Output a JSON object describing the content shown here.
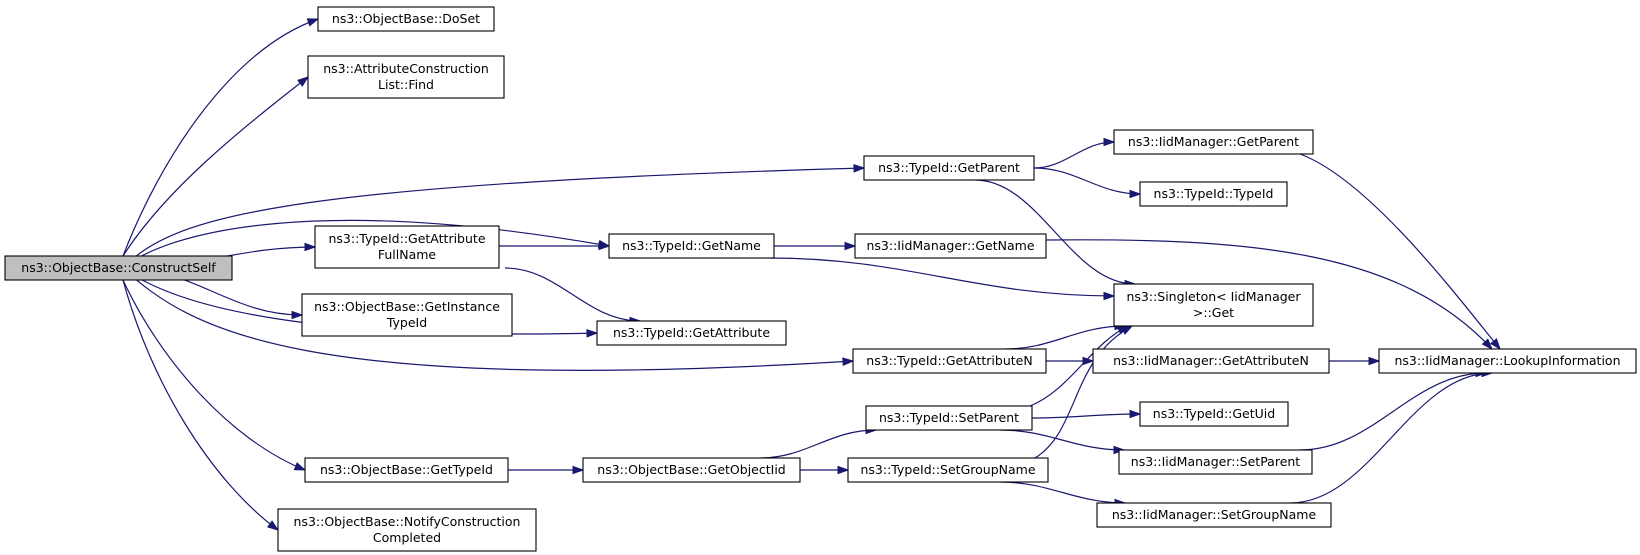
{
  "graph": {
    "nodes": [
      {
        "id": "construct_self",
        "lines": [
          "ns3::ObjectBase::ConstructSelf"
        ]
      },
      {
        "id": "do_set",
        "lines": [
          "ns3::ObjectBase::DoSet"
        ]
      },
      {
        "id": "acl_find",
        "lines": [
          "ns3::AttributeConstruction",
          "List::Find"
        ]
      },
      {
        "id": "typeid_getparent",
        "lines": [
          "ns3::TypeId::GetParent"
        ]
      },
      {
        "id": "iid_getparent",
        "lines": [
          "ns3::IidManager::GetParent"
        ]
      },
      {
        "id": "typeid_typeid",
        "lines": [
          "ns3::TypeId::TypeId"
        ]
      },
      {
        "id": "typeid_getattrfullname",
        "lines": [
          "ns3::TypeId::GetAttribute",
          "FullName"
        ]
      },
      {
        "id": "typeid_getname",
        "lines": [
          "ns3::TypeId::GetName"
        ]
      },
      {
        "id": "iid_getname",
        "lines": [
          "ns3::IidManager::GetName"
        ]
      },
      {
        "id": "singleton_get",
        "lines": [
          "ns3::Singleton< IidManager",
          " >::Get"
        ]
      },
      {
        "id": "getinstancetypeid",
        "lines": [
          "ns3::ObjectBase::GetInstance",
          "TypeId"
        ]
      },
      {
        "id": "typeid_getattribute",
        "lines": [
          "ns3::TypeId::GetAttribute"
        ]
      },
      {
        "id": "typeid_getattributen",
        "lines": [
          "ns3::TypeId::GetAttributeN"
        ]
      },
      {
        "id": "iid_getattributen",
        "lines": [
          "ns3::IidManager::GetAttributeN"
        ]
      },
      {
        "id": "iid_lookupinfo",
        "lines": [
          "ns3::IidManager::LookupInformation"
        ]
      },
      {
        "id": "typeid_setparent",
        "lines": [
          "ns3::TypeId::SetParent"
        ]
      },
      {
        "id": "typeid_getuid",
        "lines": [
          "ns3::TypeId::GetUid"
        ]
      },
      {
        "id": "iid_setparent",
        "lines": [
          "ns3::IidManager::SetParent"
        ]
      },
      {
        "id": "getobjectiid",
        "lines": [
          "ns3::ObjectBase::GetObjectIid"
        ]
      },
      {
        "id": "gettypeid",
        "lines": [
          "ns3::ObjectBase::GetTypeId"
        ]
      },
      {
        "id": "typeid_setgroupname",
        "lines": [
          "ns3::TypeId::SetGroupName"
        ]
      },
      {
        "id": "iid_setgroupname",
        "lines": [
          "ns3::IidManager::SetGroupName"
        ]
      },
      {
        "id": "notifyconstruction",
        "lines": [
          "ns3::ObjectBase::NotifyConstruction",
          "Completed"
        ]
      }
    ],
    "edges": [
      {
        "from": "construct_self",
        "to": "do_set"
      },
      {
        "from": "construct_self",
        "to": "acl_find"
      },
      {
        "from": "construct_self",
        "to": "typeid_getparent"
      },
      {
        "from": "construct_self",
        "to": "typeid_getname"
      },
      {
        "from": "construct_self",
        "to": "typeid_getattrfullname"
      },
      {
        "from": "construct_self",
        "to": "getinstancetypeid"
      },
      {
        "from": "construct_self",
        "to": "typeid_getattribute"
      },
      {
        "from": "construct_self",
        "to": "typeid_getattributen"
      },
      {
        "from": "construct_self",
        "to": "gettypeid"
      },
      {
        "from": "construct_self",
        "to": "notifyconstruction"
      },
      {
        "from": "typeid_getparent",
        "to": "iid_getparent"
      },
      {
        "from": "typeid_getparent",
        "to": "typeid_typeid"
      },
      {
        "from": "typeid_getparent",
        "to": "singleton_get"
      },
      {
        "from": "iid_getparent",
        "to": "iid_lookupinfo"
      },
      {
        "from": "typeid_getattrfullname",
        "to": "typeid_getname"
      },
      {
        "from": "typeid_getattrfullname",
        "to": "typeid_getattribute"
      },
      {
        "from": "typeid_getname",
        "to": "iid_getname"
      },
      {
        "from": "typeid_getname",
        "to": "singleton_get"
      },
      {
        "from": "iid_getname",
        "to": "iid_lookupinfo"
      },
      {
        "from": "typeid_getattributen",
        "to": "singleton_get"
      },
      {
        "from": "typeid_getattributen",
        "to": "iid_getattributen"
      },
      {
        "from": "iid_getattributen",
        "to": "iid_lookupinfo"
      },
      {
        "from": "gettypeid",
        "to": "getobjectiid"
      },
      {
        "from": "getobjectiid",
        "to": "typeid_setparent"
      },
      {
        "from": "getobjectiid",
        "to": "typeid_setgroupname"
      },
      {
        "from": "typeid_setparent",
        "to": "singleton_get"
      },
      {
        "from": "typeid_setparent",
        "to": "typeid_getuid"
      },
      {
        "from": "typeid_setparent",
        "to": "iid_setparent"
      },
      {
        "from": "iid_setparent",
        "to": "iid_lookupinfo"
      },
      {
        "from": "typeid_setgroupname",
        "to": "singleton_get"
      },
      {
        "from": "typeid_setgroupname",
        "to": "iid_setgroupname"
      },
      {
        "from": "iid_setgroupname",
        "to": "iid_lookupinfo"
      }
    ]
  },
  "colors": {
    "edge": "#191970",
    "node_border": "#000000",
    "node_fill": "#ffffff",
    "root_fill": "#bfbfbf"
  }
}
